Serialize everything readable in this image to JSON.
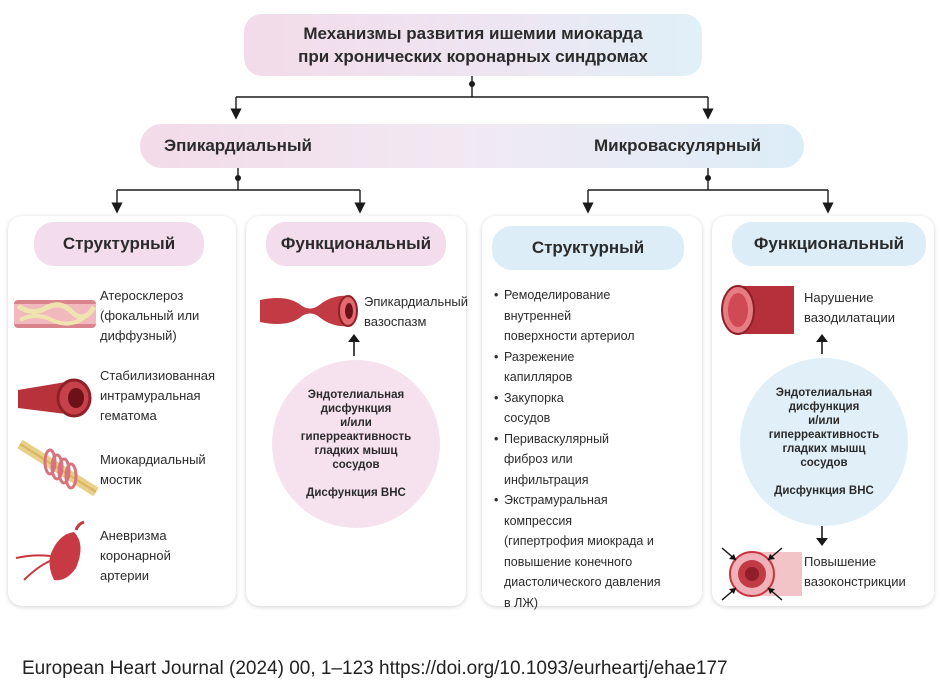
{
  "title": {
    "line1": "Механизмы развития ишемии миокарда",
    "line2": "при хронических коронарных синдромах"
  },
  "branches": {
    "left": "Эпикардиальный",
    "right": "Микроваскулярный"
  },
  "epi_struct": {
    "header": "Структурный",
    "items": [
      {
        "icon": "atherosclerosis-icon",
        "lines": [
          "Атеросклероз",
          "(фокальный или",
          "диффузный)"
        ]
      },
      {
        "icon": "hematoma-icon",
        "lines": [
          "Стабилизиованная",
          "интрамуральная",
          "гематома"
        ]
      },
      {
        "icon": "myocardial-bridge-icon",
        "lines": [
          "Миокардиальный",
          "мостик"
        ]
      },
      {
        "icon": "aneurysm-icon",
        "lines": [
          "Аневризма",
          "коронарной",
          "артерии"
        ]
      }
    ]
  },
  "epi_func": {
    "header": "Функциональный",
    "vasospasm_lines": [
      "Эпикардиальный",
      "вазоспазм"
    ],
    "circle_lines": [
      "Эндотелиальная",
      "дисфункция",
      "и/или",
      "гиперреактивность",
      "гладких мышц",
      "сосудов"
    ],
    "circle_bottom": "Дисфункция ВНС"
  },
  "micro_struct": {
    "header": "Структурный",
    "items": [
      [
        "Ремоделирование",
        "внутренней",
        "поверхности артериол"
      ],
      [
        "Разрежение",
        "капилляров"
      ],
      [
        "Закупорка",
        "сосудов"
      ],
      [
        "Периваскулярный",
        "фиброз или",
        "инфильтрация"
      ],
      [
        "Экстрамуральная",
        "компрессия",
        "(гипертрофия миокрада и",
        "повышение конечного",
        "диастолического давления",
        "в ЛЖ)"
      ]
    ]
  },
  "micro_func": {
    "header": "Функциональный",
    "top_lines": [
      "Нарушение",
      "вазодилатации"
    ],
    "circle_lines": [
      "Эндотелиальная",
      "дисфункция",
      "и/или",
      "гиперреактивность",
      "гладких мышц",
      "сосудов"
    ],
    "circle_bottom": "Дисфункция ВНС",
    "bottom_lines": [
      "Повышение",
      "вазоконстрикции"
    ]
  },
  "footer": "European Heart Journal (2024) 00, 1–123 https://doi.org/10.1093/eurheartj/ehae177",
  "colors": {
    "pink": "#f3dceb",
    "blue": "#dcedf7",
    "vessel": "#c8363f"
  }
}
